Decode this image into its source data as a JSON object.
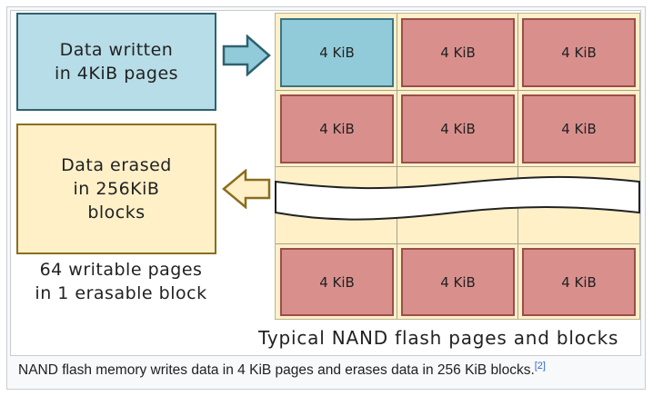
{
  "figure": {
    "write_box": {
      "line1": "Data written",
      "line2": "in 4KiB pages"
    },
    "erase_box": {
      "line1": "Data erased",
      "line2": "in 256KiB",
      "line3": "blocks"
    },
    "note": {
      "line1": "64 writable pages",
      "line2": "in 1 erasable block"
    },
    "arrows": {
      "write": "arrow-right-icon",
      "erase": "arrow-left-icon"
    },
    "pages": [
      {
        "label": "4 KiB",
        "state": "written"
      },
      {
        "label": "4 KiB",
        "state": "unwritten"
      },
      {
        "label": "4 KiB",
        "state": "unwritten"
      },
      {
        "label": "4 KiB",
        "state": "unwritten"
      },
      {
        "label": "4 KiB",
        "state": "unwritten"
      },
      {
        "label": "4 KiB",
        "state": "unwritten"
      },
      {
        "label": "4 KiB",
        "state": "unwritten"
      },
      {
        "label": "4 KiB",
        "state": "unwritten"
      },
      {
        "label": "4 KiB",
        "state": "unwritten"
      }
    ],
    "title": "Typical NAND flash pages and blocks",
    "colors": {
      "written_page": "#91cbd9",
      "unwritten_page": "#d9908d",
      "block_background": "#fff0c8",
      "write_box": "#b7dde8",
      "erase_box": "#fff0c8"
    }
  },
  "caption": {
    "text": "NAND flash memory writes data in 4 KiB pages and erases data in 256 KiB blocks.",
    "reference": "[2]"
  }
}
